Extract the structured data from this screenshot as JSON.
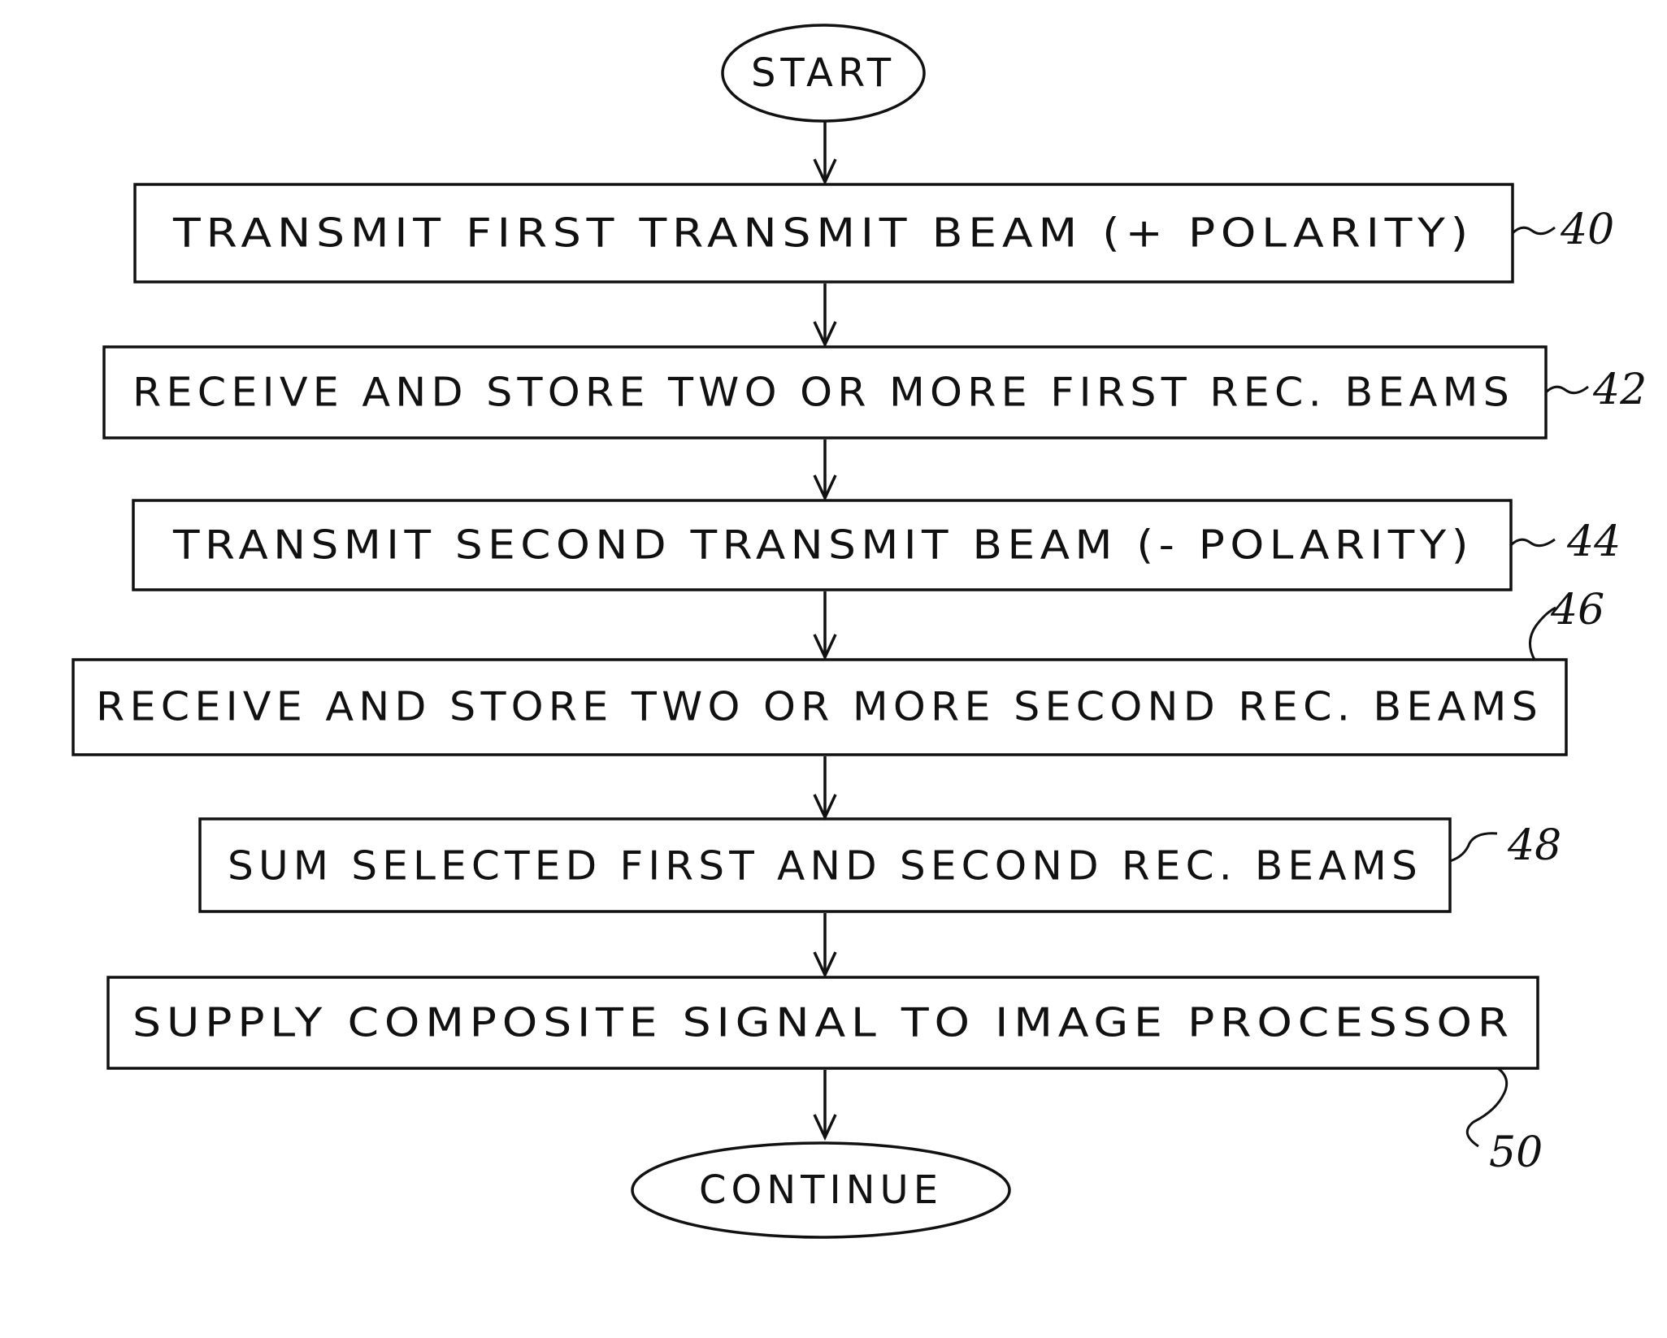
{
  "flowchart": {
    "start_label": "START",
    "steps": [
      {
        "label": "TRANSMIT FIRST TRANSMIT BEAM (+ POLARITY)",
        "ref": "40"
      },
      {
        "label": "RECEIVE AND STORE TWO OR MORE FIRST REC. BEAMS",
        "ref": "42"
      },
      {
        "label": "TRANSMIT SECOND TRANSMIT BEAM (- POLARITY)",
        "ref": "44"
      },
      {
        "label": "RECEIVE AND STORE TWO OR MORE SECOND REC. BEAMS",
        "ref": "46"
      },
      {
        "label": "SUM SELECTED FIRST AND SECOND REC. BEAMS",
        "ref": "48"
      },
      {
        "label": "SUPPLY COMPOSITE SIGNAL TO IMAGE PROCESSOR",
        "ref": "50"
      }
    ],
    "end_label": "CONTINUE"
  }
}
